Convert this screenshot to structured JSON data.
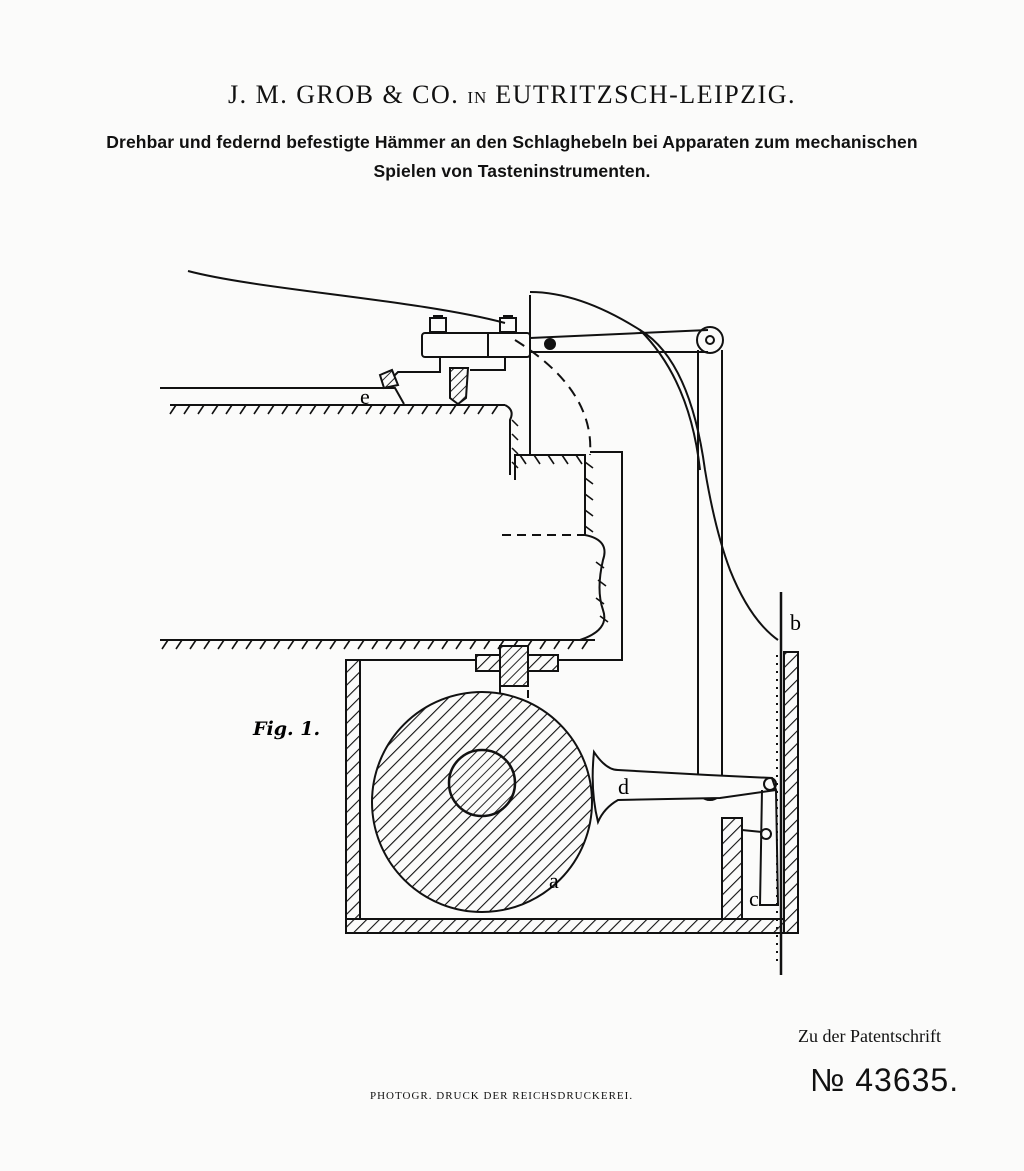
{
  "header": {
    "company_main": "J. M. GROB & CO.",
    "company_in": "IN",
    "company_place": "EUTRITZSCH-LEIPZIG.",
    "title_line1": "Drehbar und federnd befestigte Hämmer an den Schlaghebeln bei Apparaten zum mechanischen",
    "title_line2": "Spielen von Tasteninstrumenten."
  },
  "figure": {
    "fig_label": "Fig. 1.",
    "part_labels": {
      "a": "a",
      "b": "b",
      "c": "c",
      "d": "d",
      "e": "e"
    }
  },
  "footer": {
    "printer": "PHOTOGR. DRUCK DER REICHSDRUCKEREI.",
    "reference": "Zu der Patentschrift",
    "patent_number": "№ 43635."
  }
}
